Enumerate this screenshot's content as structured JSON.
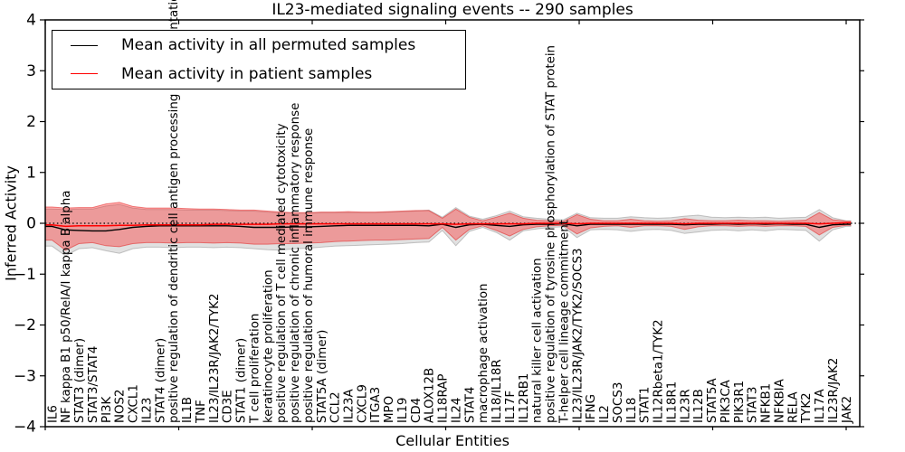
{
  "figure": {
    "title": "IL23-mediated signaling events -- 290 samples",
    "xlabel": "Cellular Entities",
    "ylabel": "Inferred Activity"
  },
  "legend": {
    "entries": [
      {
        "label": "Mean activity in all permuted samples",
        "color": "#000000"
      },
      {
        "label": "Mean activity in patient samples",
        "color": "#ff0000"
      }
    ]
  },
  "colors": {
    "patient_line": "#ff0000",
    "permuted_line": "#000000",
    "patient_band_fill": "rgba(255,40,40,0.38)",
    "patient_band_edge": "rgba(225,35,35,0.55)",
    "permuted_band_fill": "rgba(90,90,90,0.18)",
    "permuted_band_edge": "rgba(100,100,100,0.35)",
    "zero_line": "#000000"
  },
  "chart_data": {
    "type": "line",
    "title": "IL23-mediated signaling events -- 290 samples",
    "xlabel": "Cellular Entities",
    "ylabel": "Inferred Activity",
    "ylim": [
      -4,
      4
    ],
    "yticks": [
      4,
      3,
      2,
      1,
      0,
      -1,
      -2,
      -3,
      -4
    ],
    "ytick_labels": [
      "4",
      "3",
      "2",
      "1",
      "0",
      "−1",
      "−2",
      "−3",
      "−4"
    ],
    "grid": false,
    "legend_position": "upper left",
    "zero_line": {
      "y": 0,
      "style": "dotted",
      "color": "#000000"
    },
    "categories": [
      "IL6",
      "NF kappa B1 p50/RelA/I kappa B alpha",
      "STAT3 (dimer)",
      "STAT3/STAT4",
      "PI3K",
      "NOS2",
      "CXCL1",
      "IL23",
      "STAT4 (dimer)",
      "positive regulation of dendritic cell antigen processing and presentation",
      "IL1B",
      "TNF",
      "IL23/IL23R/JAK2/TYK2",
      "CD3E",
      "STAT1 (dimer)",
      "T cell proliferation",
      "keratinocyte proliferation",
      "positive regulation of T cell mediated cytotoxicity",
      "positive regulation of chronic inflammatory response",
      "positive regulation of humoral immune response",
      "STAT5A (dimer)",
      "CCL2",
      "IL23A",
      "CXCL9",
      "ITGA3",
      "MPO",
      "IL19",
      "CD4",
      "ALOX12B",
      "IL18RAP",
      "IL24",
      "STAT4",
      "macrophage activation",
      "IL18/IL18R",
      "IL17F",
      "IL12RB1",
      "natural killer cell activation",
      "positive regulation of tyrosine phosphorylation of STAT protein",
      "T-helper cell lineage commitment",
      "IL23/IL23R/JAK2/TYK2/SOCS3",
      "IFNG",
      "IL2",
      "SOCS3",
      "IL18",
      "STAT1",
      "IL12Rbeta1/TYK2",
      "IL18R1",
      "IL23R",
      "IL12B",
      "STAT5A",
      "PIK3CA",
      "PIK3R1",
      "STAT3",
      "NFKB1",
      "NFKBIA",
      "RELA",
      "TYK2",
      "IL17A",
      "IL23R/JAK2",
      "JAK2"
    ],
    "series": [
      {
        "name": "Permuted samples band",
        "type": "band",
        "top": [
          0.28,
          0.27,
          0.28,
          0.28,
          0.34,
          0.37,
          0.3,
          0.27,
          0.27,
          0.27,
          0.26,
          0.26,
          0.26,
          0.25,
          0.24,
          0.24,
          0.22,
          0.21,
          0.2,
          0.2,
          0.21,
          0.21,
          0.21,
          0.21,
          0.21,
          0.22,
          0.23,
          0.24,
          0.26,
          0.12,
          0.31,
          0.14,
          0.08,
          0.15,
          0.24,
          0.13,
          0.1,
          0.08,
          0.07,
          0.2,
          0.11,
          0.1,
          0.1,
          0.13,
          0.11,
          0.1,
          0.11,
          0.14,
          0.16,
          0.12,
          0.11,
          0.12,
          0.11,
          0.12,
          0.1,
          0.11,
          0.12,
          0.27,
          0.11,
          0.05
        ],
        "bottom": [
          -0.45,
          -0.64,
          -0.5,
          -0.48,
          -0.54,
          -0.59,
          -0.5,
          -0.47,
          -0.47,
          -0.48,
          -0.47,
          -0.47,
          -0.48,
          -0.47,
          -0.48,
          -0.5,
          -0.52,
          -0.53,
          -0.5,
          -0.49,
          -0.47,
          -0.45,
          -0.44,
          -0.43,
          -0.42,
          -0.41,
          -0.4,
          -0.38,
          -0.37,
          -0.14,
          -0.44,
          -0.16,
          -0.08,
          -0.18,
          -0.33,
          -0.15,
          -0.11,
          -0.08,
          -0.07,
          -0.28,
          -0.13,
          -0.12,
          -0.13,
          -0.16,
          -0.13,
          -0.12,
          -0.14,
          -0.2,
          -0.17,
          -0.14,
          -0.13,
          -0.15,
          -0.13,
          -0.15,
          -0.12,
          -0.13,
          -0.14,
          -0.35,
          -0.13,
          -0.06
        ]
      },
      {
        "name": "Patient samples band",
        "type": "band",
        "top": [
          0.32,
          0.3,
          0.31,
          0.31,
          0.38,
          0.41,
          0.33,
          0.3,
          0.3,
          0.3,
          0.29,
          0.28,
          0.28,
          0.27,
          0.26,
          0.26,
          0.24,
          0.22,
          0.21,
          0.21,
          0.22,
          0.22,
          0.23,
          0.22,
          0.22,
          0.23,
          0.24,
          0.25,
          0.25,
          0.1,
          0.28,
          0.12,
          0.05,
          0.12,
          0.2,
          0.1,
          0.06,
          0.05,
          0.04,
          0.17,
          0.08,
          0.05,
          0.05,
          0.08,
          0.05,
          0.04,
          0.05,
          0.09,
          0.06,
          0.05,
          0.05,
          0.06,
          0.05,
          0.05,
          0.04,
          0.05,
          0.06,
          0.21,
          0.07,
          0.04
        ],
        "bottom": [
          -0.33,
          -0.53,
          -0.4,
          -0.38,
          -0.44,
          -0.46,
          -0.4,
          -0.38,
          -0.38,
          -0.39,
          -0.38,
          -0.38,
          -0.39,
          -0.38,
          -0.39,
          -0.41,
          -0.41,
          -0.4,
          -0.4,
          -0.39,
          -0.38,
          -0.36,
          -0.35,
          -0.34,
          -0.33,
          -0.33,
          -0.32,
          -0.31,
          -0.3,
          -0.08,
          -0.33,
          -0.12,
          -0.05,
          -0.14,
          -0.25,
          -0.12,
          -0.07,
          -0.05,
          -0.04,
          -0.21,
          -0.09,
          -0.06,
          -0.05,
          -0.08,
          -0.05,
          -0.05,
          -0.06,
          -0.12,
          -0.07,
          -0.05,
          -0.05,
          -0.06,
          -0.05,
          -0.06,
          -0.05,
          -0.05,
          -0.06,
          -0.23,
          -0.08,
          -0.04
        ]
      },
      {
        "name": "Mean activity in all permuted samples",
        "type": "line",
        "values": [
          -0.06,
          -0.13,
          -0.14,
          -0.15,
          -0.15,
          -0.12,
          -0.08,
          -0.06,
          -0.05,
          -0.05,
          -0.05,
          -0.05,
          -0.05,
          -0.05,
          -0.06,
          -0.08,
          -0.08,
          -0.08,
          -0.07,
          -0.07,
          -0.06,
          -0.05,
          -0.04,
          -0.04,
          -0.04,
          -0.04,
          -0.04,
          -0.04,
          -0.05,
          -0.02,
          -0.08,
          -0.03,
          -0.02,
          -0.04,
          -0.06,
          -0.03,
          -0.02,
          -0.02,
          -0.01,
          -0.05,
          -0.02,
          -0.02,
          -0.02,
          -0.02,
          -0.02,
          -0.02,
          -0.02,
          -0.03,
          -0.02,
          -0.02,
          -0.01,
          -0.02,
          -0.01,
          -0.02,
          -0.01,
          -0.02,
          -0.02,
          -0.08,
          -0.03,
          -0.02
        ]
      },
      {
        "name": "Mean activity in patient samples",
        "type": "line",
        "values": [
          -0.03,
          -0.06,
          -0.05,
          -0.05,
          -0.05,
          -0.04,
          -0.04,
          -0.03,
          -0.03,
          -0.03,
          -0.03,
          -0.03,
          -0.02,
          -0.02,
          -0.02,
          -0.02,
          -0.02,
          -0.01,
          -0.01,
          -0.01,
          -0.01,
          -0.01,
          -0.01,
          -0.01,
          -0.01,
          -0.01,
          -0.01,
          -0.01,
          -0.01,
          -0.01,
          -0.02,
          -0.01,
          -0.01,
          -0.01,
          -0.01,
          -0.01,
          0,
          0,
          0,
          -0.01,
          0,
          0,
          0,
          0,
          0,
          0,
          0,
          -0.01,
          0,
          0,
          0,
          0,
          0,
          0,
          0,
          0,
          0,
          -0.01,
          0,
          0.01
        ]
      }
    ]
  }
}
